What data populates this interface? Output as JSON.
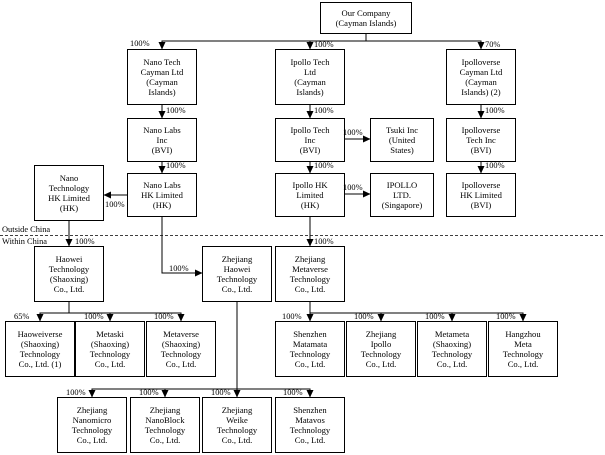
{
  "regions": {
    "outside": "Outside China",
    "within": "Within China"
  },
  "entities": [
    {
      "id": "our-company",
      "label": "Our Company\n(Cayman Islands)"
    },
    {
      "id": "nano-tech-cayman",
      "label": "Nano Tech\nCayman Ltd\n(Cayman\nIslands)"
    },
    {
      "id": "ipollo-tech-ltd",
      "label": "Ipollo Tech\nLtd\n(Cayman\nIslands)"
    },
    {
      "id": "ipolloverse-cayman",
      "label": "Ipolloverse\nCayman Ltd\n(Cayman\nIslands) (2)"
    },
    {
      "id": "nano-labs-inc",
      "label": "Nano Labs\nInc\n(BVI)"
    },
    {
      "id": "ipollo-tech-inc",
      "label": "Ipollo Tech\nInc\n(BVI)"
    },
    {
      "id": "tsuki-inc",
      "label": "Tsuki Inc\n(United\nStates)"
    },
    {
      "id": "ipolloverse-tech-inc",
      "label": "Ipolloverse\nTech Inc\n(BVI)"
    },
    {
      "id": "nano-technology-hk",
      "label": "Nano\nTechnology\nHK Limited\n(HK)"
    },
    {
      "id": "nano-labs-hk",
      "label": "Nano Labs\nHK Limited\n(HK)"
    },
    {
      "id": "ipollo-hk",
      "label": "Ipollo HK\nLimited\n(HK)"
    },
    {
      "id": "ipollo-singapore",
      "label": "IPOLLO\nLTD.\n(Singapore)"
    },
    {
      "id": "ipolloverse-hk",
      "label": "Ipolloverse\nHK Limited\n(BVI)"
    },
    {
      "id": "haowei-shaoxing",
      "label": "Haowei\nTechnology\n(Shaoxing)\nCo., Ltd."
    },
    {
      "id": "zhejiang-haowei",
      "label": "Zhejiang\nHaowei\nTechnology\nCo., Ltd."
    },
    {
      "id": "zhejiang-metaverse",
      "label": "Zhejiang\nMetaverse\nTechnology\nCo., Ltd."
    },
    {
      "id": "haoweiverse",
      "label": "Haoweiverse\n(Shaoxing)\nTechnology\nCo., Ltd. (1)"
    },
    {
      "id": "metaski",
      "label": "Metaski\n(Shaoxing)\nTechnology\nCo., Ltd."
    },
    {
      "id": "metaverse-shaoxing",
      "label": "Metaverse\n(Shaoxing)\nTechnology\nCo., Ltd."
    },
    {
      "id": "shenzhen-matamata",
      "label": "Shenzhen\nMatamata\nTechnology\nCo., Ltd."
    },
    {
      "id": "zhejiang-ipollo",
      "label": "Zhejiang\nIpollo\nTechnology\nCo., Ltd."
    },
    {
      "id": "metameta",
      "label": "Metameta\n(Shaoxing)\nTechnology\nCo., Ltd."
    },
    {
      "id": "hangzhou-meta",
      "label": "Hangzhou\nMeta\nTechnology\nCo., Ltd."
    },
    {
      "id": "zhejiang-nanomicro",
      "label": "Zhejiang\nNanomicro\nTechnology\nCo., Ltd."
    },
    {
      "id": "zhejiang-nanoblock",
      "label": "Zhejiang\nNanoBlock\nTechnology\nCo., Ltd."
    },
    {
      "id": "zhejiang-weike",
      "label": "Zhejiang\nWeike\nTechnology\nCo., Ltd."
    },
    {
      "id": "shenzhen-matavos",
      "label": "Shenzhen\nMatavos\nTechnology\nCo., Ltd."
    }
  ],
  "ownership": [
    {
      "from": "our-company",
      "to": "nano-tech-cayman",
      "pct": "100%"
    },
    {
      "from": "our-company",
      "to": "ipollo-tech-ltd",
      "pct": "100%"
    },
    {
      "from": "our-company",
      "to": "ipolloverse-cayman",
      "pct": "70%"
    },
    {
      "from": "nano-tech-cayman",
      "to": "nano-labs-inc",
      "pct": "100%"
    },
    {
      "from": "ipollo-tech-ltd",
      "to": "ipollo-tech-inc",
      "pct": "100%"
    },
    {
      "from": "ipolloverse-cayman",
      "to": "ipolloverse-tech-inc",
      "pct": "100%"
    },
    {
      "from": "ipollo-tech-inc",
      "to": "tsuki-inc",
      "pct": "100%"
    },
    {
      "from": "nano-labs-inc",
      "to": "nano-labs-hk",
      "pct": "100%"
    },
    {
      "from": "ipollo-tech-inc",
      "to": "ipollo-hk",
      "pct": "100%"
    },
    {
      "from": "ipolloverse-tech-inc",
      "to": "ipolloverse-hk",
      "pct": "100%"
    },
    {
      "from": "ipollo-hk",
      "to": "ipollo-singapore",
      "pct": "100%"
    },
    {
      "from": "nano-labs-hk",
      "to": "nano-technology-hk",
      "pct": "100%"
    },
    {
      "from": "nano-technology-hk",
      "to": "haowei-shaoxing",
      "pct": "100%"
    },
    {
      "from": "nano-labs-hk",
      "to": "zhejiang-haowei",
      "pct": "100%"
    },
    {
      "from": "ipollo-hk",
      "to": "zhejiang-metaverse",
      "pct": "100%"
    },
    {
      "from": "haowei-shaoxing",
      "to": "haoweiverse",
      "pct": "65%"
    },
    {
      "from": "haowei-shaoxing",
      "to": "metaski",
      "pct": "100%"
    },
    {
      "from": "haowei-shaoxing",
      "to": "metaverse-shaoxing",
      "pct": "100%"
    },
    {
      "from": "zhejiang-metaverse",
      "to": "shenzhen-matamata",
      "pct": "100%"
    },
    {
      "from": "zhejiang-metaverse",
      "to": "zhejiang-ipollo",
      "pct": "100%"
    },
    {
      "from": "zhejiang-metaverse",
      "to": "metameta",
      "pct": "100%"
    },
    {
      "from": "zhejiang-metaverse",
      "to": "hangzhou-meta",
      "pct": "100%"
    },
    {
      "from": "zhejiang-haowei",
      "to": "zhejiang-nanomicro",
      "pct": "100%"
    },
    {
      "from": "zhejiang-haowei",
      "to": "zhejiang-nanoblock",
      "pct": "100%"
    },
    {
      "from": "zhejiang-haowei",
      "to": "zhejiang-weike",
      "pct": "100%"
    },
    {
      "from": "zhejiang-haowei",
      "to": "shenzhen-matavos",
      "pct": "100%"
    }
  ]
}
